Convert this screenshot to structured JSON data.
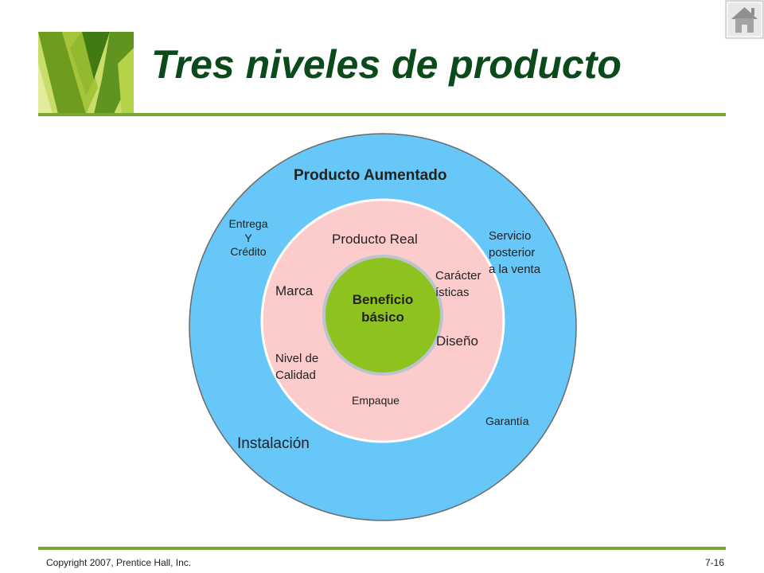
{
  "slide": {
    "title": "Tres niveles de producto",
    "footer_left": "Copyright 2007, Prentice Hall, Inc.",
    "footer_right": "7-16",
    "home_button_icon": "home-icon",
    "accent_color": "#77a832",
    "title_color": "#0b4a1a"
  },
  "diagram": {
    "outer_ring": {
      "title": "Producto Aumentado",
      "color": "#66c7f8",
      "items": {
        "entrega": [
          "Entrega",
          "Y",
          "Crédito"
        ],
        "servicio": [
          "Servicio",
          "posterior",
          "a la venta"
        ],
        "garantia": "Garantía",
        "instalacion": "Instalación"
      }
    },
    "middle_ring": {
      "title": "Producto Real",
      "color": "#fccbcb",
      "items": {
        "marca": "Marca",
        "caracteristicas": [
          "Carácter",
          "ísticas"
        ],
        "diseno": "Diseño",
        "nivel_calidad": [
          "Nivel de",
          "Calidad"
        ],
        "empaque": "Empaque"
      }
    },
    "core": {
      "label": [
        "Beneficio",
        "básico"
      ],
      "color": "#8dc21f"
    }
  }
}
